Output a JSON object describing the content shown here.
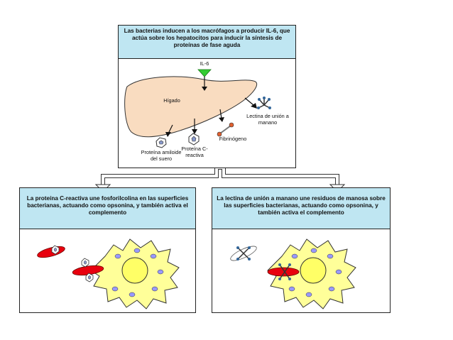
{
  "top_panel": {
    "title": "Las bacterias inducen a los macrófagos a producir IL-6, que actúa sobre los hepatocitos para inducir la síntesis de proteínas de fase aguda",
    "il6_label": "IL-6",
    "liver_label": "Hígado",
    "products": {
      "serum_amyloid": "Proteína amiloide del suero",
      "c_reactive": "Proteína C-reactiva",
      "fibrinogen": "Fibrinógeno",
      "mannan_lectin": "Lectina de unión a manano"
    }
  },
  "left_panel": {
    "title": "La proteína C-reactiva une fosforilcolina en las superficies bacterianas, actuando como opsonina, y también activa el complemento"
  },
  "right_panel": {
    "title": "La lectina de unión a manano une residuos de manosa sobre las superficies bacterianas, actuando como opsonina, y también activa el complemento"
  },
  "colors": {
    "title_bg": "#bfe6f2",
    "liver": "#f9dcc0",
    "macrophage": "#ffff99",
    "nucleus": "#ffff66",
    "granule": "#9999ff",
    "bacteria": "#e8000e",
    "il6_marker": "#33cc33",
    "mbl": "#336699",
    "fibrinogen": "#e06030"
  }
}
